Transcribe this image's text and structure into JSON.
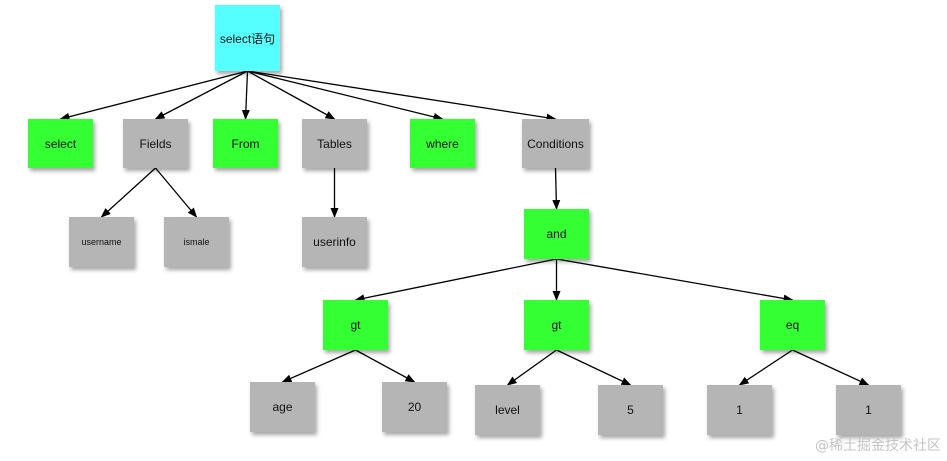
{
  "colors": {
    "root": "#55ffff",
    "keyword": "#33ff33",
    "operand": "#b5b5b5",
    "edge": "#000000"
  },
  "nodes": [
    {
      "id": "root",
      "label": "select语句",
      "kind": "root"
    },
    {
      "id": "select",
      "label": "select",
      "kind": "keyword"
    },
    {
      "id": "fields",
      "label": "Fields",
      "kind": "operand"
    },
    {
      "id": "from",
      "label": "From",
      "kind": "keyword"
    },
    {
      "id": "tables",
      "label": "Tables",
      "kind": "operand"
    },
    {
      "id": "where",
      "label": "where",
      "kind": "keyword"
    },
    {
      "id": "conditions",
      "label": "Conditions",
      "kind": "operand"
    },
    {
      "id": "username",
      "label": "username",
      "kind": "operand"
    },
    {
      "id": "ismale",
      "label": "ismale",
      "kind": "operand"
    },
    {
      "id": "userinfo",
      "label": "userinfo",
      "kind": "operand"
    },
    {
      "id": "and",
      "label": "and",
      "kind": "keyword"
    },
    {
      "id": "gt1",
      "label": "gt",
      "kind": "keyword"
    },
    {
      "id": "gt2",
      "label": "gt",
      "kind": "keyword"
    },
    {
      "id": "eq",
      "label": "eq",
      "kind": "keyword"
    },
    {
      "id": "age",
      "label": "age",
      "kind": "operand"
    },
    {
      "id": "v20",
      "label": "20",
      "kind": "operand"
    },
    {
      "id": "level",
      "label": "level",
      "kind": "operand"
    },
    {
      "id": "v5",
      "label": "5",
      "kind": "operand"
    },
    {
      "id": "one_a",
      "label": "1",
      "kind": "operand"
    },
    {
      "id": "one_b",
      "label": "1",
      "kind": "operand"
    }
  ],
  "edges": [
    [
      "root",
      "select"
    ],
    [
      "root",
      "fields"
    ],
    [
      "root",
      "from"
    ],
    [
      "root",
      "tables"
    ],
    [
      "root",
      "where"
    ],
    [
      "root",
      "conditions"
    ],
    [
      "fields",
      "username"
    ],
    [
      "fields",
      "ismale"
    ],
    [
      "tables",
      "userinfo"
    ],
    [
      "conditions",
      "and"
    ],
    [
      "and",
      "gt1"
    ],
    [
      "and",
      "gt2"
    ],
    [
      "and",
      "eq"
    ],
    [
      "gt1",
      "age"
    ],
    [
      "gt1",
      "v20"
    ],
    [
      "gt2",
      "level"
    ],
    [
      "gt2",
      "v5"
    ],
    [
      "eq",
      "one_a"
    ],
    [
      "eq",
      "one_b"
    ]
  ],
  "watermark": "@稀土掘金技术社区"
}
